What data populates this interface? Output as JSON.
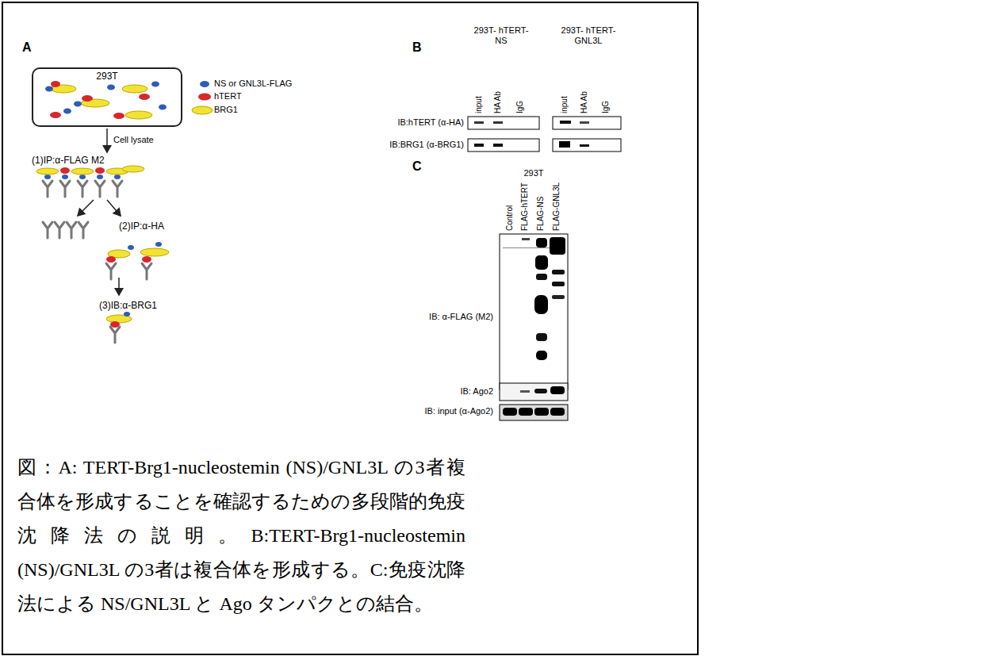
{
  "diagram": {
    "caption": "図：A: TERT-Brg1-nucleostemin (NS)/GNL3L の3者複合体を形成することを確認するための多段階的免疫沈降法の説明。B:TERT-Brg1-nucleostemin (NS)/GNL3L の3者は複合体を形成する。C:免疫沈降法による NS/GNL3L と Ago タンパクとの結合。",
    "nodes": [
      {
        "text": [
          "293T"
        ]
      }
    ],
    "labels": [
      "A",
      "NS or GNL3L-FLAG",
      "hTERT",
      "BRG1",
      "Cell lysate",
      "(1)IP:α-FLAG M2",
      "(2)IP:α-HA",
      "(3)IB:α-BRG1",
      "B",
      "293T- hTERT-NS",
      "293T- hTERT-GNL3L",
      "input",
      "HA Ab",
      "IgG",
      "input",
      "HA Ab",
      "IgG",
      "IB:hTERT (α-HA)",
      "IB:BRG1 (α-BRG1)",
      "C",
      "293T",
      "Control",
      "FLAG-hTERT",
      "FLAG-NS",
      "FLAG-GNL3L",
      "IB: α-FLAG (M2)",
      "IB: Ago2",
      "IB: input (α-Ago2)"
    ]
  }
}
